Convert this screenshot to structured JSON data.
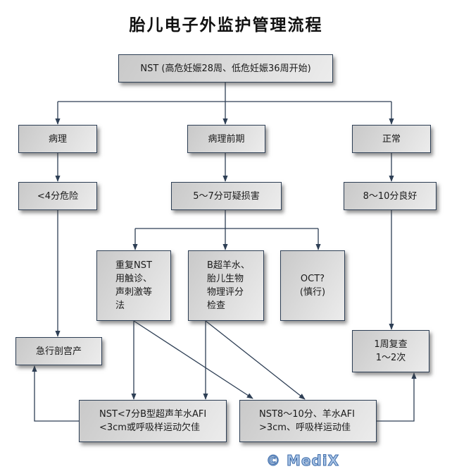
{
  "title": "胎儿电子外监护管理流程",
  "nodes": {
    "start": "NST (高危妊娠28周、低危妊娠36周开始)",
    "pathology": "病理",
    "prepathology": "病理前期",
    "normal": "正常",
    "danger": "<4分危险",
    "suspicious": "5～7分可疑损害",
    "good": "8～10分良好",
    "repeat_nst": "重复NST\n用触诊、\n声刺激等\n法",
    "bultrasound": "B超羊水、\n胎儿生物\n物理评分\n检查",
    "oct": "OCT?\n(慎行)",
    "cesarean": "急行剖宫产",
    "recheck": "1周复查\n1～2次",
    "bad_result": "NST<7分B型超声羊水AFI\n<3cm或呼吸样运动欠佳",
    "good_result": "NST8～10分、羊水AFI\n>3cm、呼吸样运动佳"
  },
  "edges": [
    {
      "from": "start",
      "to": "pathology"
    },
    {
      "from": "start",
      "to": "prepathology"
    },
    {
      "from": "start",
      "to": "normal"
    },
    {
      "from": "pathology",
      "to": "danger"
    },
    {
      "from": "prepathology",
      "to": "suspicious"
    },
    {
      "from": "normal",
      "to": "good"
    },
    {
      "from": "danger",
      "to": "cesarean"
    },
    {
      "from": "suspicious",
      "to": "repeat_nst"
    },
    {
      "from": "suspicious",
      "to": "bultrasound"
    },
    {
      "from": "suspicious",
      "to": "oct"
    },
    {
      "from": "good",
      "to": "recheck"
    },
    {
      "from": "repeat_nst",
      "to": "bad_result"
    },
    {
      "from": "repeat_nst",
      "to": "good_result"
    },
    {
      "from": "bultrasound",
      "to": "bad_result"
    },
    {
      "from": "bultrasound",
      "to": "good_result"
    },
    {
      "from": "bad_result",
      "to": "cesarean"
    },
    {
      "from": "good_result",
      "to": "recheck"
    }
  ],
  "colors": {
    "line": "#2e3f55",
    "box_border": "#2e3f55",
    "watermark": "#a9c4e6"
  },
  "watermark": "© MediX"
}
